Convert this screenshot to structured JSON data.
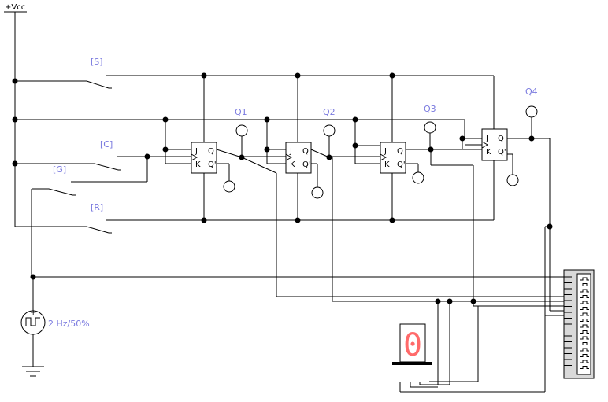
{
  "power": {
    "vcc_label": "+Vcc"
  },
  "switches": {
    "s": "[S]",
    "c": "[C]",
    "g": "[G]",
    "r": "[R]"
  },
  "probes": {
    "q1": "Q1",
    "q2": "Q2",
    "q3": "Q3",
    "q4": "Q4"
  },
  "flipflop_pins": {
    "j": "J",
    "k": "K",
    "q": "Q",
    "qn": "Q'"
  },
  "clock_source": {
    "label": "2 Hz/50%"
  },
  "seven_segment": {
    "digit": "0",
    "segment_color": "#ff6a6a"
  },
  "colors": {
    "label": "#7a7adf",
    "wire": "#000000"
  }
}
